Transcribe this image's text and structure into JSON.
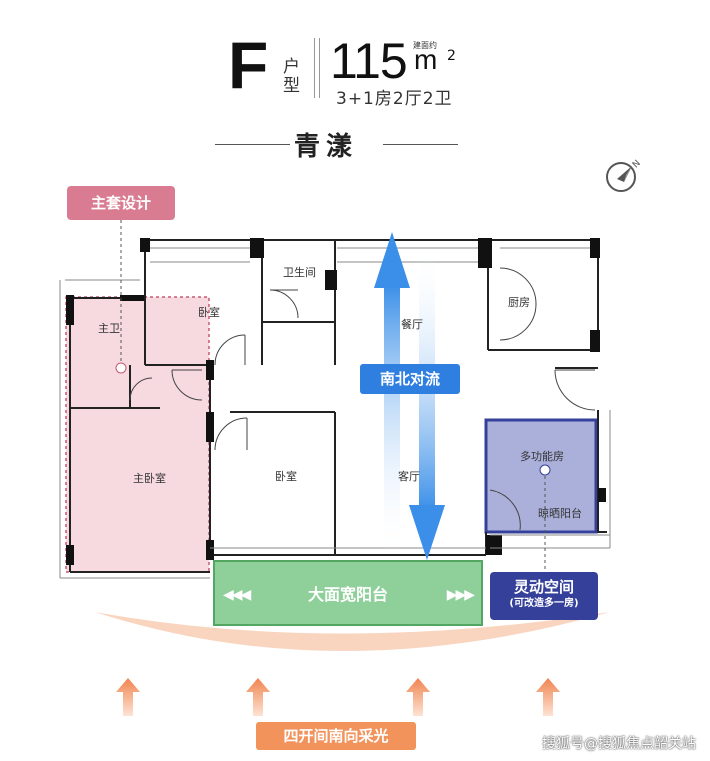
{
  "header": {
    "type_letter": "F",
    "type_label": "户型",
    "area_value": "115",
    "area_unit": "m",
    "area_sup": "2",
    "area_note": "建面约",
    "layout": "3+1房2厅2卫",
    "name": "青漾"
  },
  "tags": {
    "suite_design": "主套设计",
    "north_south": "南北对流",
    "balcony": "大面宽阳台",
    "flex_space": "灵动空间",
    "flex_space_note": "(可改造多一房)",
    "south_light": "四开间南向采光"
  },
  "rooms": {
    "master_bath": "主卫",
    "bedroom_1": "卧室",
    "bathroom": "卫生间",
    "dining": "餐厅",
    "kitchen": "厨房",
    "master_bedroom": "主卧室",
    "bedroom_2": "卧室",
    "living": "客厅",
    "multi_room": "多功能房",
    "drying_balcony": "晾晒阳台"
  },
  "icons": {
    "compass": "north-compass-icon",
    "balcony_arrows": "double-chevron-icon",
    "sun_arrows": "up-arrow-icon"
  },
  "colors": {
    "suite_pink": "#d97c91",
    "flow_blue": "#2f7fe0",
    "balcony_green": "#8fcf9a",
    "flex_navy": "#34409a",
    "light_orange": "#f2935c"
  },
  "watermark": "搜狐号@搜狐焦点韶关站"
}
